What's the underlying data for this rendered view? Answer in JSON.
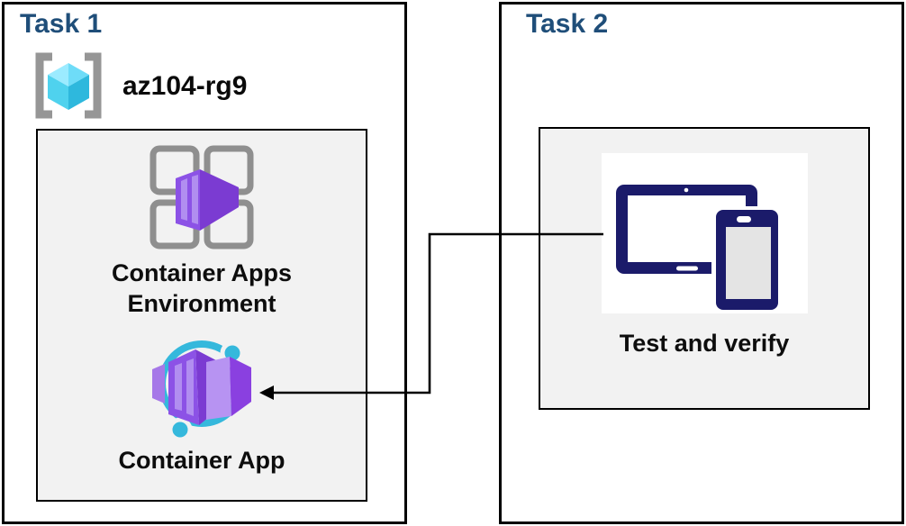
{
  "task1": {
    "title": "Task 1",
    "resource_group_name": "az104-rg9",
    "environment_label_line1": "Container Apps",
    "environment_label_line2": "Environment",
    "app_label": "Container App"
  },
  "task2": {
    "title": "Task 2",
    "verify_label": "Test and verify"
  },
  "icons": {
    "resource_group": "azure-resource-group-icon (gray brackets with cyan cube)",
    "environment": "container-apps-environment-icon (gray 2x2 grid with purple container)",
    "app": "container-app-icon (purple container with cyan orbit and dots)",
    "devices": "devices-icon (navy tablet and phone, test and verify)"
  },
  "connector": {
    "type": "elbow-arrow",
    "from": "Test and verify",
    "to": "Container App",
    "direction": "arrowhead points left into Container App icon"
  },
  "colors": {
    "task_title": "#1F4E79",
    "panel_border": "#000000",
    "inner_panel_background": "#F2F2F2",
    "icon_purple": "#8C52E6",
    "icon_purple_dark": "#7B3BD2",
    "icon_purple_light": "#B18EF0",
    "icon_cyan": "#35B8DC",
    "cube_cyan_light": "#9CEBFF",
    "cube_cyan_dark": "#2EB8DD",
    "bracket_gray": "#969696",
    "device_navy": "#1B1B6A",
    "device_screen_gray": "#E4E4E4"
  }
}
